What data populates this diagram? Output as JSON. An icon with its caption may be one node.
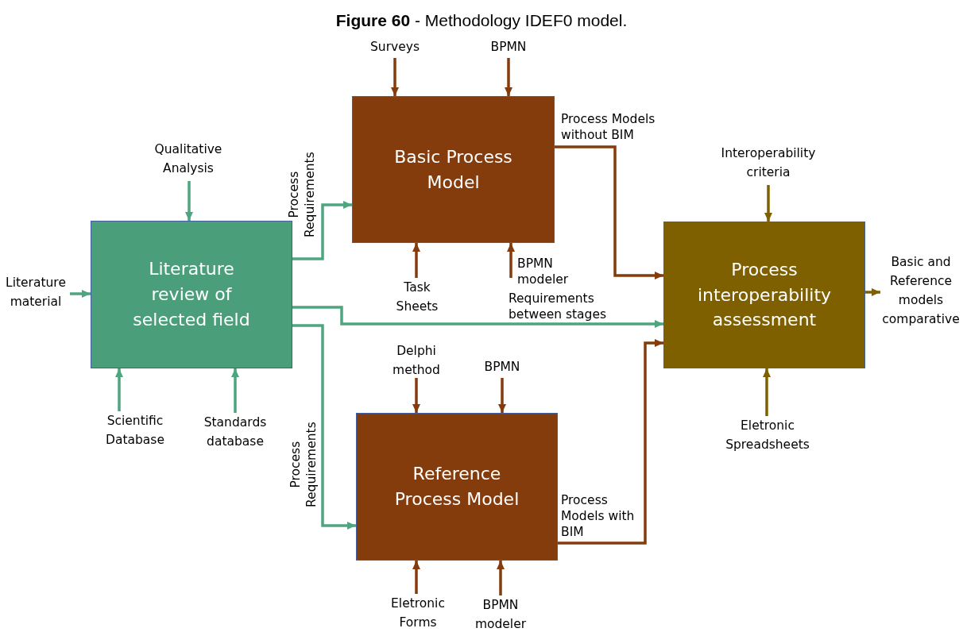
{
  "diagram": {
    "title": "**Figure 60** - Methodology IDEF0 model.",
    "nodes": [
      {
        "text": [
          "Literature review of selected field"
        ]
      },
      {
        "text": [
          "Basic Process Model"
        ]
      },
      {
        "text": [
          "Reference Process Model"
        ]
      },
      {
        "text": [
          "Process interoperability assessment"
        ]
      },
      {
        "text": [
          "Literature material"
        ]
      },
      {
        "text": [
          "Qualitative Analysis"
        ]
      },
      {
        "text": [
          "Scientific Database"
        ]
      },
      {
        "text": [
          "Standards database"
        ]
      },
      {
        "text": [
          "Surveys"
        ]
      },
      {
        "text": [
          "BPMN"
        ]
      },
      {
        "text": [
          "Task Sheets"
        ]
      },
      {
        "text": [
          "BPMN modeler"
        ]
      },
      {
        "text": [
          "Delphi method"
        ]
      },
      {
        "text": [
          "BPMN"
        ]
      },
      {
        "text": [
          "Eletronic Forms"
        ]
      },
      {
        "text": [
          "BPMN modeler"
        ]
      },
      {
        "text": [
          "Interoperability criteria"
        ]
      },
      {
        "text": [
          "Eletronic Spreadsheets"
        ]
      },
      {
        "text": [
          "Basic and Reference models comparative"
        ]
      }
    ],
    "edges": [
      {
        "from": 4,
        "to": 0,
        "arrow": "to",
        "color": "#4ea57f"
      },
      {
        "from": 5,
        "to": 0,
        "arrow": "to",
        "color": "#4ea57f"
      },
      {
        "from": 6,
        "to": 0,
        "arrow": "to",
        "color": "#4ea57f"
      },
      {
        "from": 7,
        "to": 0,
        "arrow": "to",
        "color": "#4ea57f"
      },
      {
        "from": 0,
        "to": 1,
        "arrow": "to",
        "label": "Process Requirements",
        "color": "#4ea57f"
      },
      {
        "from": 0,
        "to": 3,
        "arrow": "to",
        "label": "Requirements between stages",
        "color": "#4ea57f"
      },
      {
        "from": 0,
        "to": 2,
        "arrow": "to",
        "label": "Process Requirements",
        "color": "#4ea57f"
      },
      {
        "from": 8,
        "to": 1,
        "arrow": "to"
      },
      {
        "from": 9,
        "to": 1,
        "arrow": "to"
      },
      {
        "from": 10,
        "to": 1,
        "arrow": "to"
      },
      {
        "from": 11,
        "to": 1,
        "arrow": "to"
      },
      {
        "from": 12,
        "to": 2,
        "arrow": "to"
      },
      {
        "from": 13,
        "to": 2,
        "arrow": "to"
      },
      {
        "from": 14,
        "to": 2,
        "arrow": "to"
      },
      {
        "from": 15,
        "to": 2,
        "arrow": "to"
      },
      {
        "from": 1,
        "to": 3,
        "arrow": "to",
        "label": "Process Models without BIM"
      },
      {
        "from": 2,
        "to": 3,
        "arrow": "to",
        "label": "Process Models with BIM"
      },
      {
        "from": 16,
        "to": 3,
        "arrow": "to",
        "color": "#7f6000"
      },
      {
        "from": 17,
        "to": 3,
        "arrow": "to",
        "color": "#7f6000"
      },
      {
        "from": 3,
        "to": 18,
        "arrow": "to",
        "color": "#7f6000"
      }
    ]
  }
}
